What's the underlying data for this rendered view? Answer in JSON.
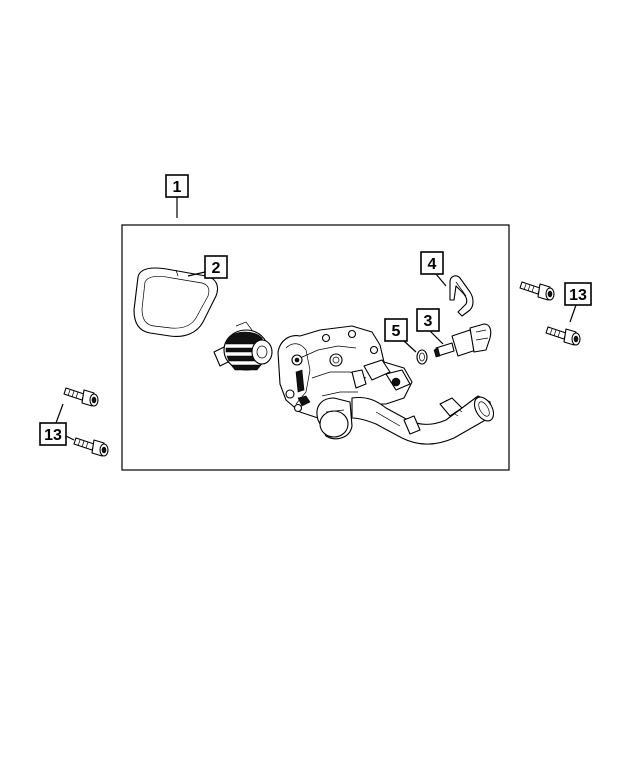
{
  "callouts": {
    "c1": "1",
    "c2": "2",
    "c3": "3",
    "c4": "4",
    "c5": "5",
    "c13_left": "13",
    "c13_right": "13"
  },
  "colors": {
    "line": "#000000",
    "background": "#ffffff"
  }
}
